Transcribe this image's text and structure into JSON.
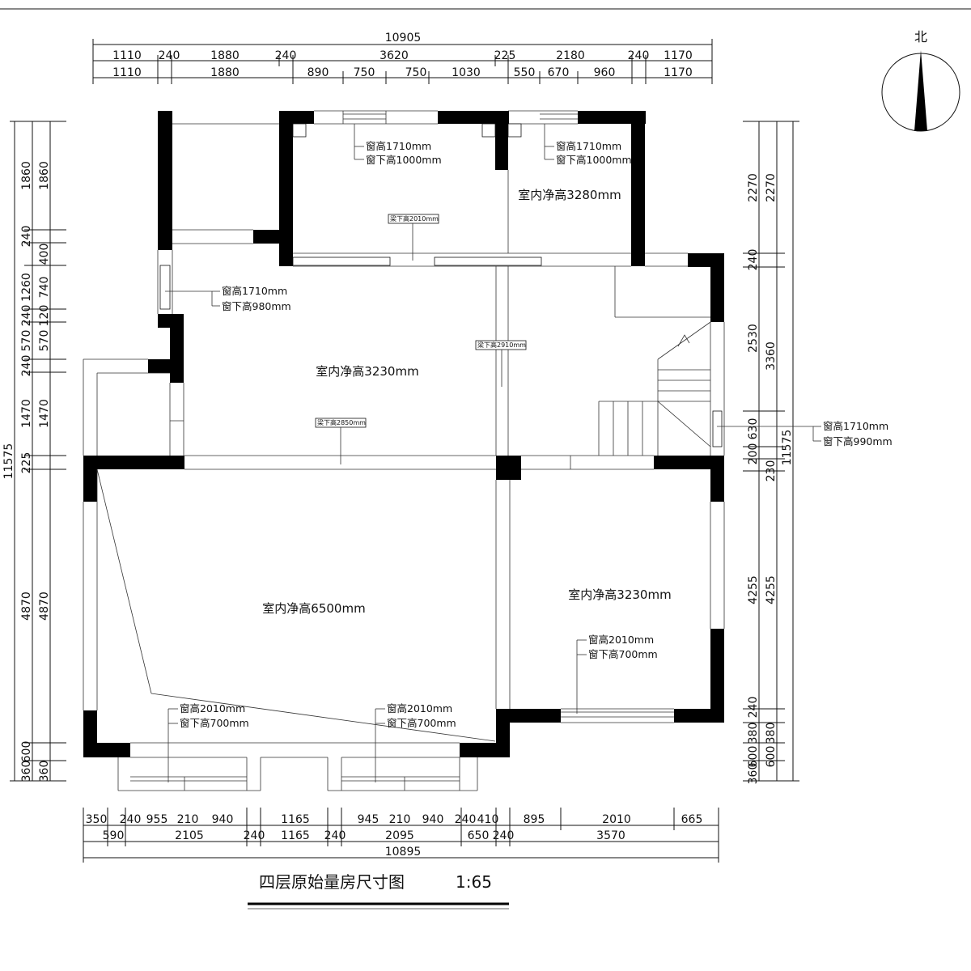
{
  "title": "四层原始量房尺寸图",
  "scale": "1:65",
  "north_label": "北",
  "dims": {
    "top_total": "10905",
    "top_row1": [
      "1110",
      "240",
      "1880",
      "240",
      "3620",
      "225",
      "2180",
      "240",
      "1170"
    ],
    "top_row2": [
      "1110",
      "1880",
      "890",
      "750",
      "750",
      "1030",
      "550",
      "670",
      "960",
      "1170"
    ],
    "bottom_row1": [
      "350",
      "240",
      "955",
      "210",
      "940",
      "1165",
      "945",
      "210",
      "940",
      "240",
      "410",
      "895",
      "2010",
      "665"
    ],
    "bottom_row2": [
      "590",
      "2105",
      "240",
      "1165",
      "240",
      "2095",
      "650",
      "240",
      "3570"
    ],
    "bottom_total": "10895",
    "left_total": "11575",
    "left_col1": [
      "1860",
      "240",
      "1260",
      "240",
      "570",
      "240",
      "1470",
      "225",
      "4870",
      "600",
      "360"
    ],
    "left_col2": [
      "1860",
      "400",
      "740",
      "120",
      "570",
      "1470",
      "4870",
      "360"
    ],
    "right_total": "11575",
    "right_col1": [
      "2270",
      "240",
      "2530",
      "630",
      "200",
      "4255",
      "240",
      "380",
      "600",
      "360"
    ],
    "right_col2": [
      "2270",
      "3360",
      "230",
      "4255",
      "380",
      "600"
    ]
  },
  "rooms": [
    {
      "label": "室内净高3280mm"
    },
    {
      "label": "室内净高3230mm"
    },
    {
      "label": "室内净高6500mm"
    },
    {
      "label": "室内净高3230mm"
    }
  ],
  "windows": [
    {
      "height": "窗高1710mm",
      "sill": "窗下高1000mm"
    },
    {
      "height": "窗高1710mm",
      "sill": "窗下高1000mm"
    },
    {
      "height": "窗高1710mm",
      "sill": "窗下高980mm"
    },
    {
      "height": "窗高1710mm",
      "sill": "窗下高990mm"
    },
    {
      "height": "窗高2010mm",
      "sill": "窗下高700mm"
    },
    {
      "height": "窗高2010mm",
      "sill": "窗下高700mm"
    },
    {
      "height": "窗高2010mm",
      "sill": "窗下高700mm"
    }
  ],
  "beams": [
    "梁下高2010mm",
    "梁下高2910mm",
    "梁下高2850mm"
  ]
}
